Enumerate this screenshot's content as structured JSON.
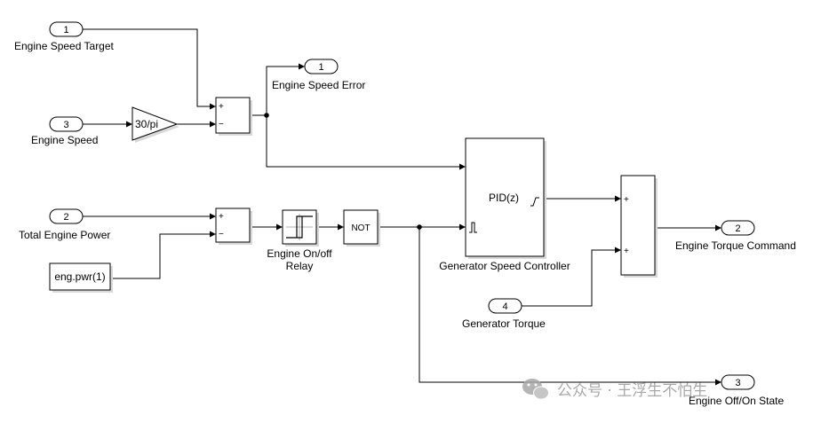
{
  "inports": [
    {
      "num": "1",
      "name": "Engine Speed Target"
    },
    {
      "num": "3",
      "name": "Engine Speed"
    },
    {
      "num": "2",
      "name": "Total Engine Power"
    },
    {
      "num": "4",
      "name": "Generator Torque"
    }
  ],
  "outports": [
    {
      "num": "1",
      "name": "Engine Speed Error"
    },
    {
      "num": "2",
      "name": "Engine Torque Command"
    },
    {
      "num": "3",
      "name": "Engine Off/On State"
    }
  ],
  "blocks": {
    "gain": "30/pi",
    "constant": "eng.pwr(1)",
    "not_op": "NOT",
    "relay_name_line1": "Engine On/off",
    "relay_name_line2": "Relay",
    "pid_text": "PID(z)",
    "pid_name": "Generator Speed Controller"
  },
  "signs": {
    "plus": "+",
    "minus": "−"
  },
  "watermark": "公众号 · 王浮生不怕生"
}
